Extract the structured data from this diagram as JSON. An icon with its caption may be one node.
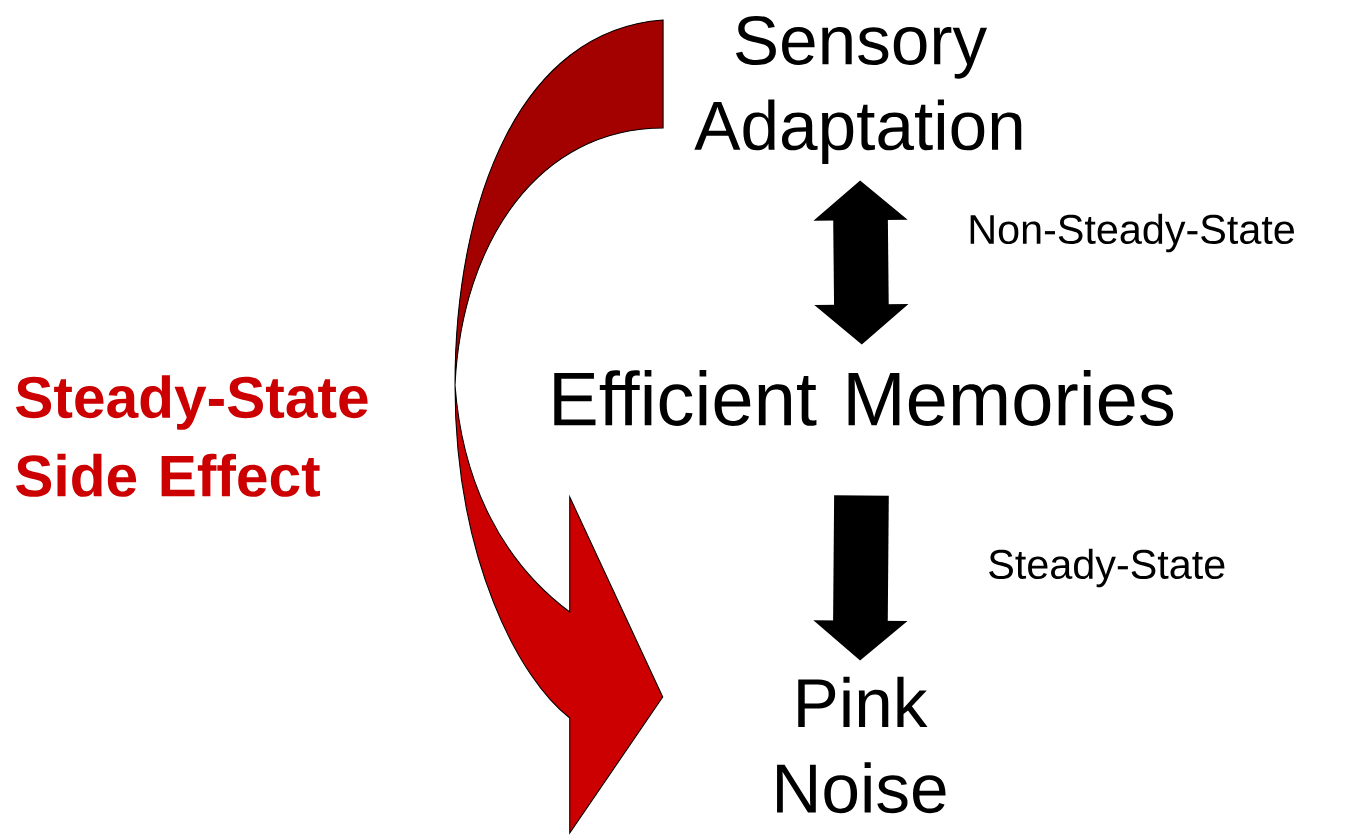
{
  "diagram": {
    "nodes": [
      {
        "text": [
          "Sensory Adaptation"
        ]
      },
      {
        "text": [
          "Efficient Memories"
        ]
      },
      {
        "text": [
          "Pink Noise"
        ]
      }
    ],
    "edges": [
      {
        "from": 0,
        "to": 1,
        "arrow": "both",
        "label": "Non-Steady-State"
      },
      {
        "from": 1,
        "to": 2,
        "arrow": "to",
        "label": "Steady-State"
      },
      {
        "from": 0,
        "to": 2,
        "arrow": "to",
        "label": "Steady-State Side Effect",
        "color": "#cc0000"
      }
    ]
  }
}
